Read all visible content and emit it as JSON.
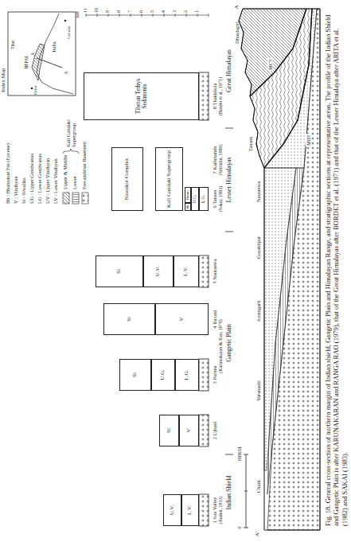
{
  "diagram": {
    "caption": "Fig. 18. General cross-section of northern margin of Indian shield, Gangetic Plain and Himalayan Range, and stratigraphic sections at representative areas. The profile of the Indian Shield and Gangetic Plain is after KARUNAKARAN and RANGA RAO (1979), that of the Great Himalayas after BORDET et al. (1971) and that of the Lesser Himalaya after ARITA et al. (1982) and SAKAI (1983).",
    "nodes": [
      {
        "text": [
          "U.V."
        ]
      },
      {
        "text": [
          "L.V."
        ]
      },
      {
        "text": [
          "Si"
        ]
      },
      {
        "text": [
          "V"
        ]
      },
      {
        "text": [
          "Si"
        ]
      },
      {
        "text": [
          "U.G."
        ]
      },
      {
        "text": [
          "L.G."
        ]
      },
      {
        "text": [
          "Si"
        ]
      },
      {
        "text": [
          "V"
        ]
      },
      {
        "text": [
          "Si"
        ]
      },
      {
        "text": [
          "U.V."
        ]
      },
      {
        "text": [
          "L.V."
        ]
      },
      {
        "text": [
          "Nawakot Complex"
        ]
      },
      {
        "text": [
          "Kali Gandaki Supergroup"
        ]
      },
      {
        "text": [
          "Bh"
        ]
      },
      {
        "text": [
          "Dumri"
        ]
      },
      {
        "text": [
          "U.G."
        ]
      },
      {
        "text": [
          "L.G."
        ]
      },
      {
        "text": [
          "Tibetan Tethys Sediments"
        ]
      }
    ],
    "labels": [
      "Index Map",
      "Tibet",
      "NEPAL",
      "Delhi",
      "India",
      "Calcutta",
      "A'",
      "A",
      "Bh : Bhainskati Fm (Eocene)",
      "V : Vindhyan",
      "Si : Siwaliks",
      "UG : Upper Gondwanas",
      "LG : Lower Gondwanas",
      "UV : Upper Vindhyan",
      "LV : Lower Vindhyan",
      "Kali Gandaki Supergroup",
      "km",
      "1",
      "2",
      "3",
      "4",
      "5",
      "6",
      "7",
      "8",
      "9",
      "10",
      "11",
      "1 Son Valley",
      "(Auden, 1933)",
      "2 Ujhani",
      "3 Purnea",
      "(Karunakaran & Rao, 1979)",
      "4 Raxaul",
      "5 Nautanwa",
      "6 Tansen",
      "(Sakai, 1983)",
      "7 Kathmandu",
      "(Stöcklin, 1980)",
      "8 Thakkhola",
      "(Bordet et al., 1971)",
      "Indian Shield",
      "Gangetic Plain",
      "Lesser Himalayas",
      "Great Himalayas",
      "0",
      "100KM",
      "A'",
      "Churk",
      "Varanashi",
      "Azamgarh",
      "Gorakhpur",
      "Nautanwa",
      "Tansen",
      "Dhaulagiri",
      "A",
      "MBT",
      "MCT"
    ],
    "legend": [
      {
        "text": "Upper & Middle"
      },
      {
        "text": "Lower"
      },
      {
        "text": "Precambrian Basement"
      }
    ]
  }
}
